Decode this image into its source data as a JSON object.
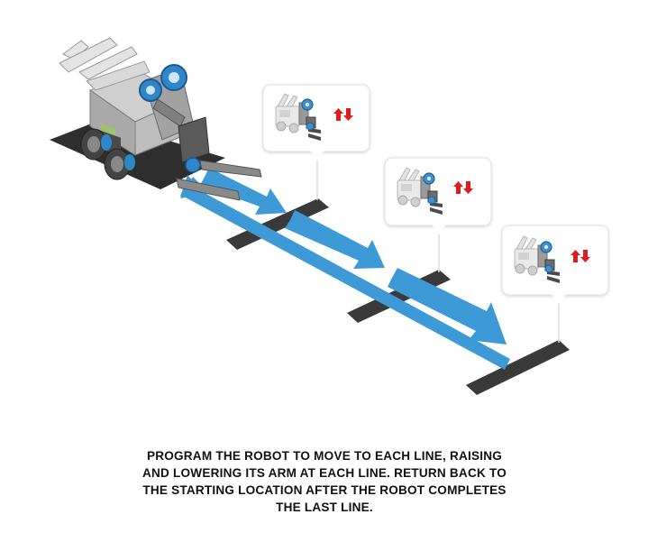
{
  "caption": {
    "lines": [
      "PROGRAM THE ROBOT TO MOVE TO EACH LINE, RAISING",
      "AND LOWERING ITS ARM AT EACH LINE. RETURN BACK TO",
      "THE STARTING LOCATION AFTER THE ROBOT COMPLETES",
      "THE LAST LINE."
    ]
  },
  "colors": {
    "path_blue": "#3d9ad6",
    "line_dark": "#3a3a3a",
    "arrow_red": "#e01b1b",
    "robot_blue": "#2f86c9",
    "callout_border": "#dcdcdc"
  },
  "icons": [
    "robot-icon",
    "arm-robot-icon",
    "up-down-arrows-icon"
  ],
  "lines_count_shown": 3
}
